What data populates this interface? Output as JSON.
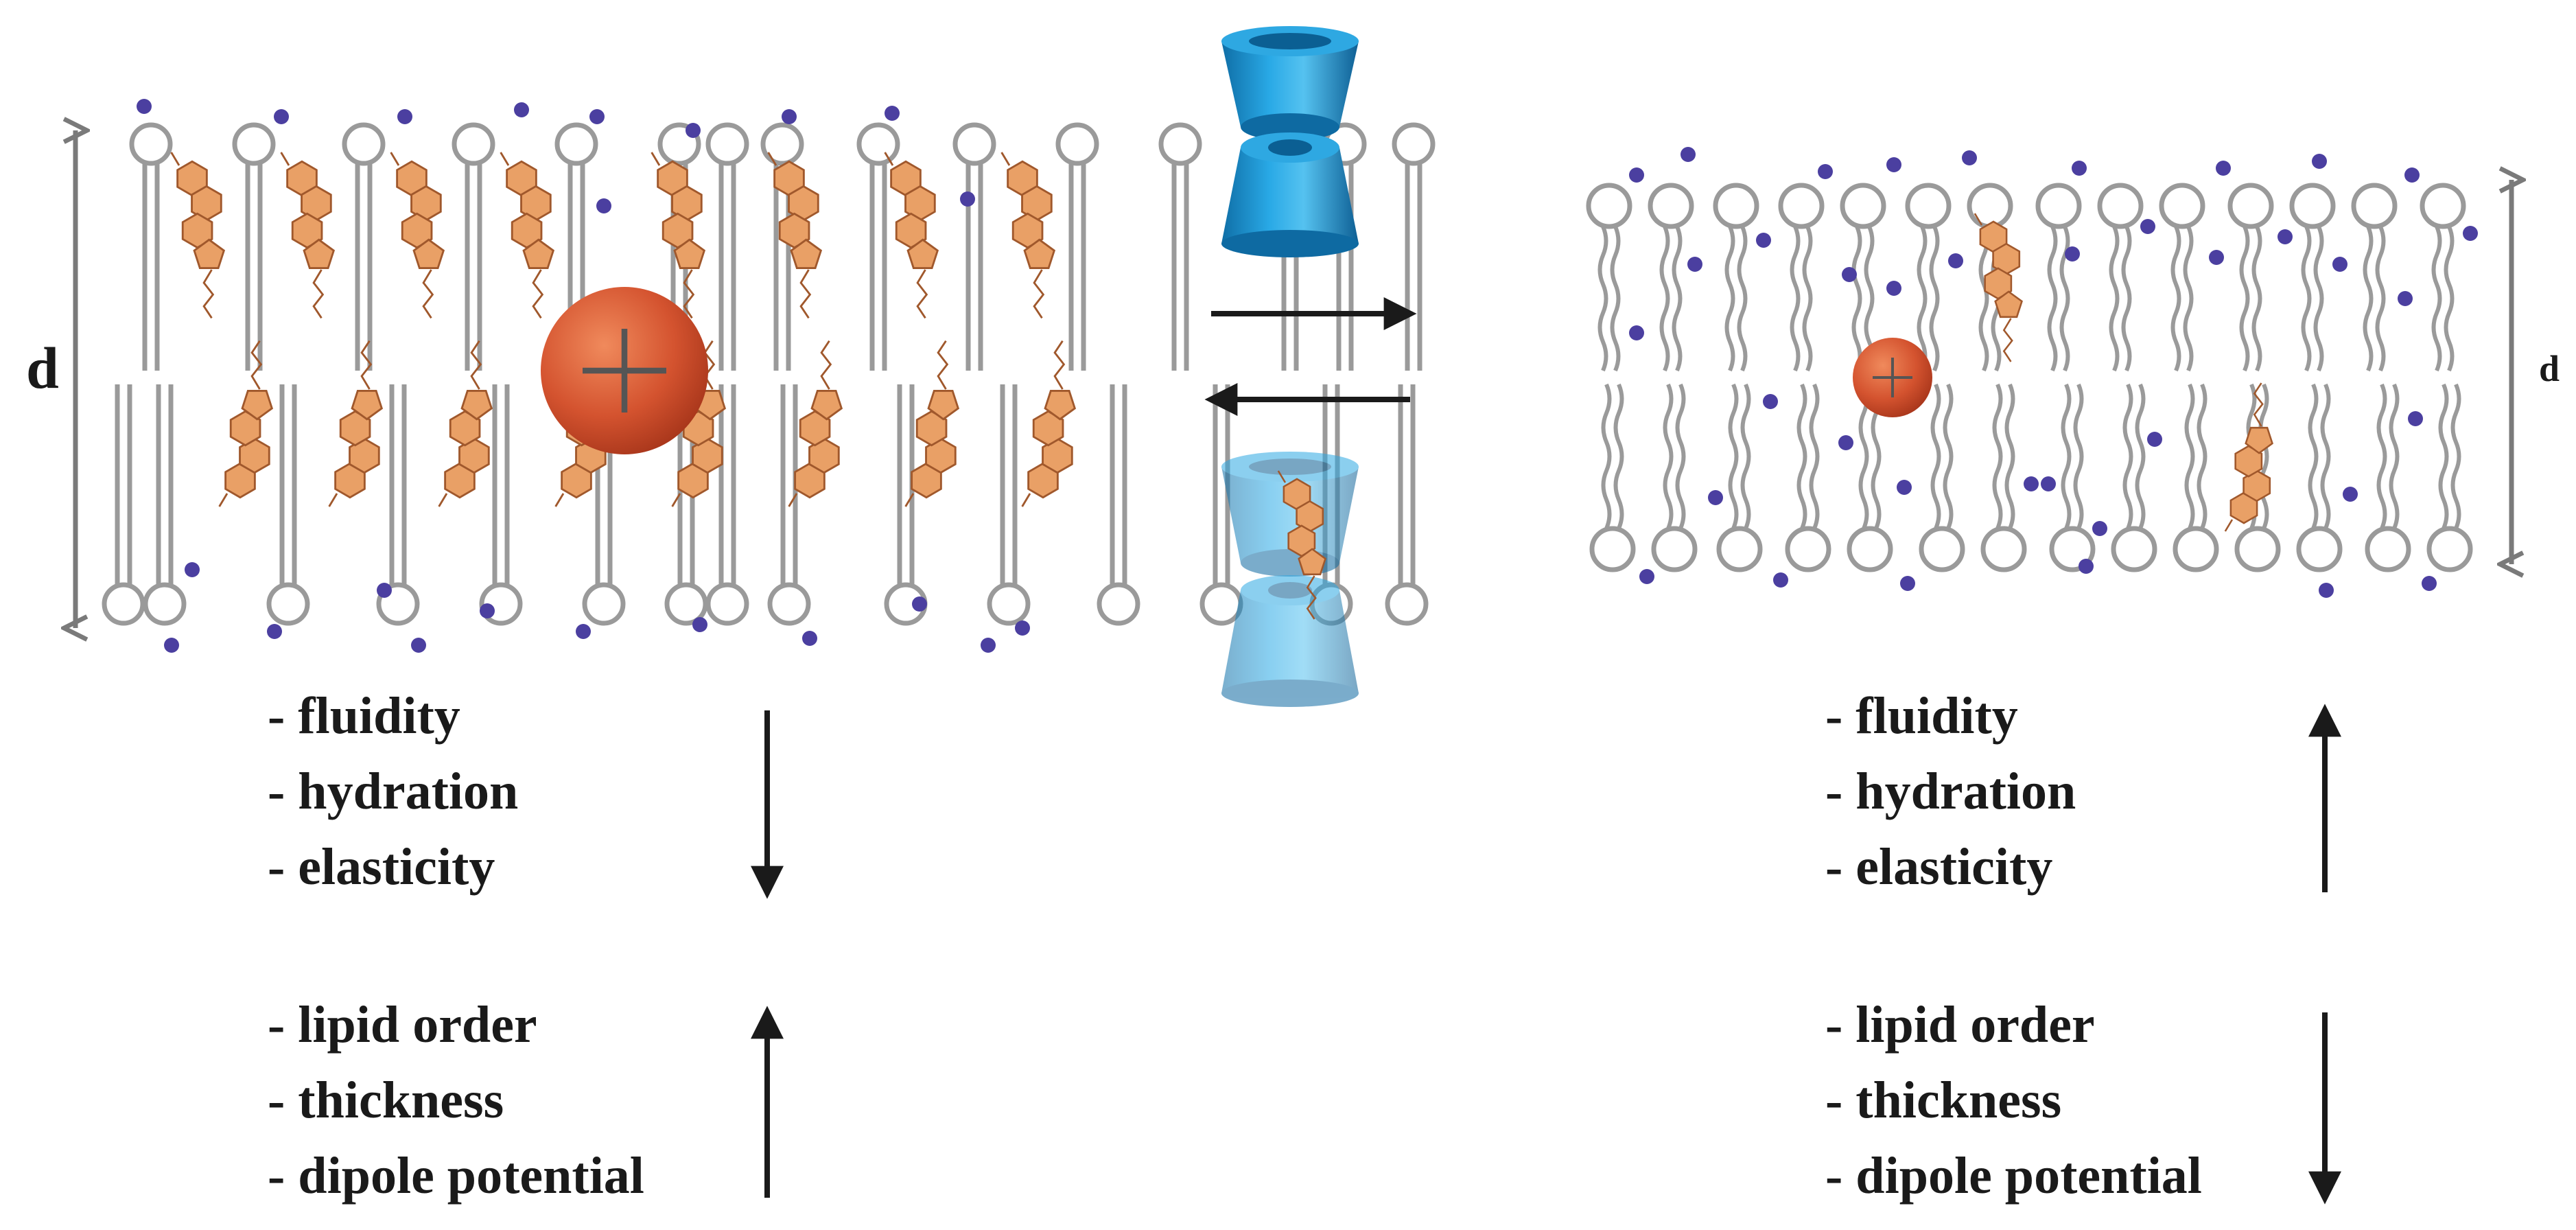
{
  "left_panel": {
    "dimension_label": "d",
    "decreased_properties": [
      "- fluidity",
      "- hydration",
      "- elasticity"
    ],
    "increased_properties": [
      "- lipid order",
      "- thickness",
      "- dipole potential"
    ]
  },
  "right_panel": {
    "dimension_label": "d",
    "increased_properties": [
      "- fluidity",
      "- hydration",
      "- elasticity"
    ],
    "decreased_properties": [
      "- lipid order",
      "- thickness",
      "- dipole potential"
    ]
  },
  "colors": {
    "lipid_head": "#9a9a9a",
    "cholesterol": "#e9a066",
    "cholesterol_edge": "#a0582c",
    "ion": "#c94a2c",
    "water": "#4b3fa0",
    "cyclodextrin": "#1a9ad6",
    "arrow": "#1a1a1a",
    "dimension_arrow": "#7a7a7a"
  },
  "icons": {
    "ion": "plus-icon",
    "carrier": "cyclodextrin-icon",
    "forward": "arrow-right-icon",
    "reverse": "arrow-left-icon"
  }
}
